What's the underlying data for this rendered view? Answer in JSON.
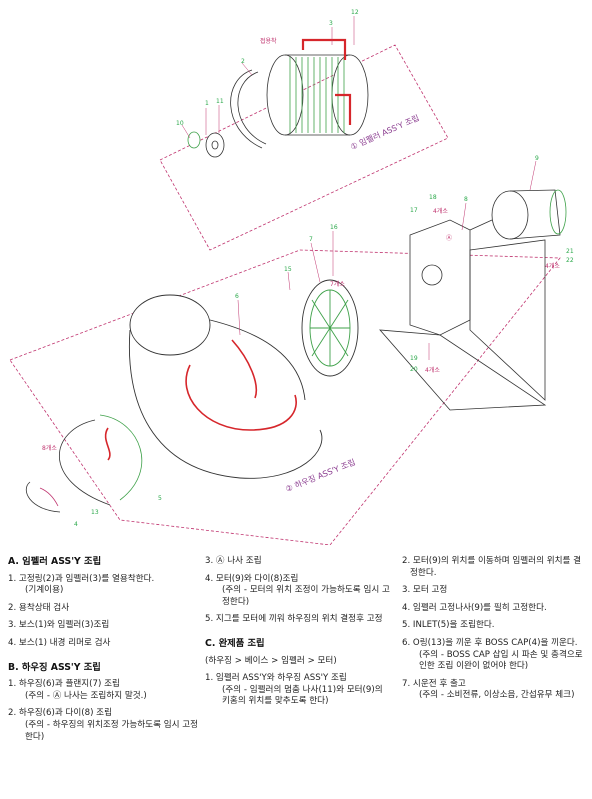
{
  "diagram": {
    "callouts": {
      "n1": "1",
      "n2": "2",
      "n3": "3",
      "n4": "4",
      "n5": "5",
      "n6": "6",
      "n7": "7",
      "n8": "8",
      "n9": "9",
      "n10": "10",
      "n11": "11",
      "n12": "12",
      "n13": "13",
      "n15": "15",
      "n16": "16",
      "n17": "17",
      "n18": "18",
      "n19": "19",
      "n20": "20",
      "n21": "21",
      "n22": "22"
    },
    "notes": {
      "bond": "접용착",
      "four_a": "4개소",
      "four_b": "4개소",
      "four_c": "4개소",
      "seven": "7개소",
      "eight": "8개소",
      "circle_a": "Ⓐ"
    },
    "assembly_labels": {
      "impeller": "① 임펠러 ASS'Y 조립",
      "housing": "② 하우징 ASS'Y 조립"
    }
  },
  "sections": {
    "a": {
      "title": "A. 임펠러 ASS'Y 조립",
      "items": [
        {
          "text": "1. 고정링(2)과 임펠러(3)를 열용착한다.",
          "sub": "(기계이용)"
        },
        {
          "text": "2. 용착상태 검사"
        },
        {
          "text": "3. 보스(1)와 임펠러(3)조립"
        },
        {
          "text": "4. 보스(1) 내경 리머로 검사"
        }
      ],
      "cont": [
        {
          "text": "3. Ⓐ 나사 조립"
        },
        {
          "text": "4. 모터(9)와 다이(8)조립",
          "sub": "(주의 - 모터의 위치 조정이 가능하도록 임시 고정한다)"
        },
        {
          "text": "5. 지그를 모터에 끼워 하우징의 위치 결정후 고정"
        }
      ]
    },
    "b": {
      "title": "B. 하우징 ASS'Y 조립",
      "items": [
        {
          "text": "1. 하우징(6)과 플랜지(7) 조립",
          "sub": "(주의 - Ⓐ 나사는 조립하지 말것.)"
        },
        {
          "text": "2. 하우징(6)과 다이(8) 조립",
          "sub": "(주의 - 하우징의 위치조정 가능하도록 임시 고정한다)"
        }
      ]
    },
    "c": {
      "title": "C. 완제품 조립",
      "path": "(하우징 > 베이스 > 임펠러 > 모터)",
      "items": [
        {
          "text": "1. 임펠러 ASS'Y와 하우징 ASS'Y 조립",
          "sub": "(주의 - 임펠러의 멈춤 나사(11)와 모터(9)의 키홈의 위치를 맞추도록 한다)"
        }
      ]
    },
    "c_cont": {
      "items": [
        {
          "text": "2. 모터(9)의 위치를 이동하며 임펠러의 위치를 결정한다."
        },
        {
          "text": "3. 모터 고정"
        },
        {
          "text": "4. 임펠러 고정나사(9)를 필히 고정한다."
        },
        {
          "text": "5. INLET(5)을 조립한다."
        },
        {
          "text": "6. O링(13)을 끼운 후 BOSS CAP(4)을 끼운다.",
          "sub": "(주의 - BOSS CAP 삽입 시 파손 및 충격으로 인한 조립 이완이 없어야 한다)"
        },
        {
          "text": "7. 시운전 후 출고",
          "sub": "(주의 - 소비전류, 이상소음, 간섭유무 체크)"
        }
      ]
    }
  },
  "colors": {
    "line": "#333333",
    "part_green": "#3fa14a",
    "part_red": "#d6262b",
    "leader": "#c0346f",
    "assembly": "#8a3b8f"
  }
}
